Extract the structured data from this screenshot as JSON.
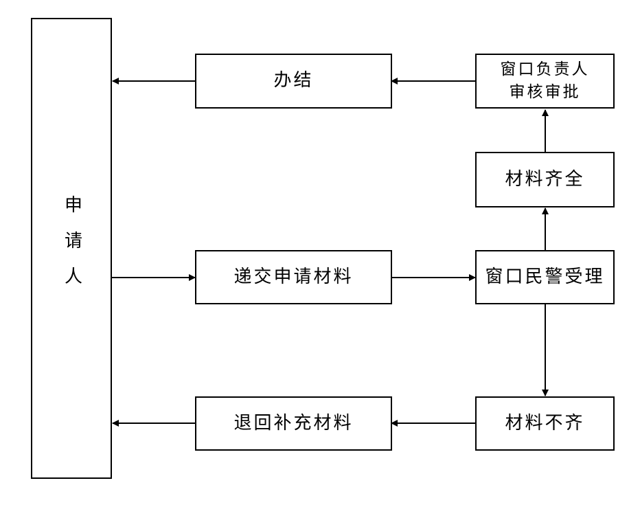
{
  "nodes": {
    "applicant": "申请人",
    "submit_materials": "递交申请材料",
    "window_police_accept": "窗口民警受理",
    "materials_complete": "材料齐全",
    "window_supervisor_review": "窗口负责人\n审核审批",
    "completed": "办结",
    "materials_incomplete": "材料不齐",
    "return_supplement": "退回补充材料"
  }
}
